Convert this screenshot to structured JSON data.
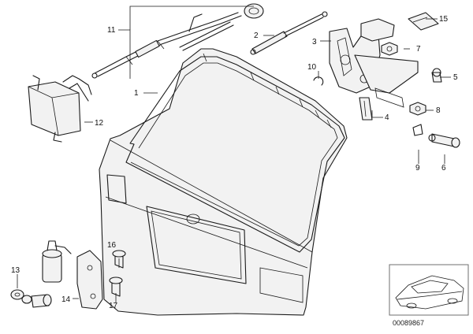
{
  "diagram": {
    "callouts": [
      "1",
      "2",
      "3",
      "4",
      "5",
      "6",
      "7",
      "8",
      "9",
      "10",
      "11",
      "12",
      "13",
      "14",
      "15",
      "16",
      "17"
    ],
    "reference_code": "00089867"
  },
  "colors": {
    "line": "#1a1a1a",
    "background": "#ffffff",
    "thumbnail_frame": "#6f6f6f"
  }
}
